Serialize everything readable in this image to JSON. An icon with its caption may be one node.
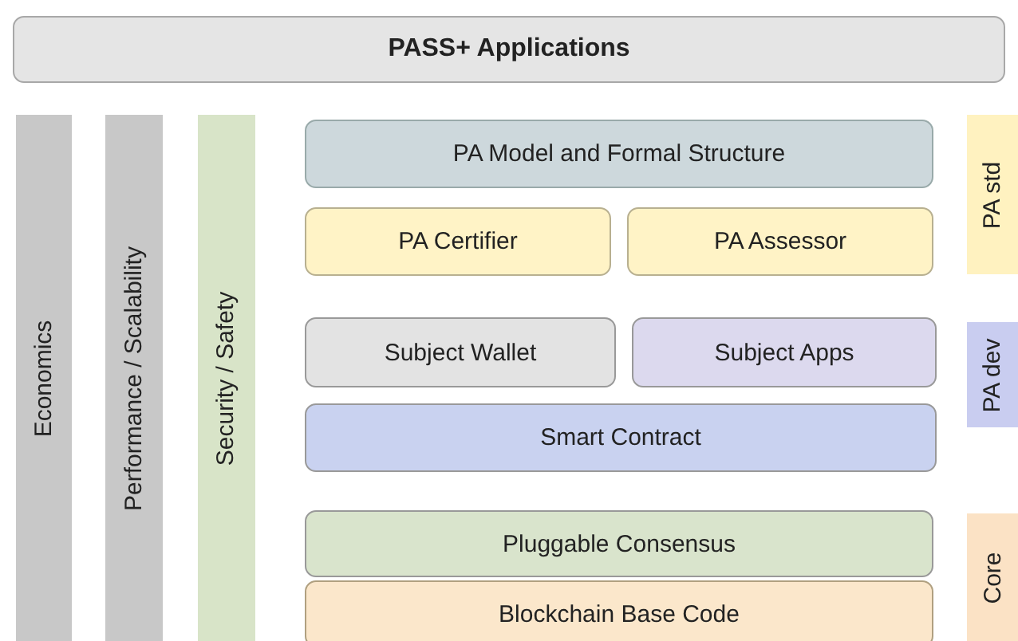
{
  "diagram": {
    "nodes": [
      {
        "text": [
          "PASS+ Applications"
        ]
      },
      {
        "text": [
          "Economics"
        ]
      },
      {
        "text": [
          "Performance / Scalability"
        ]
      },
      {
        "text": [
          "Security / Safety"
        ]
      },
      {
        "text": [
          "PA Model and Formal Structure"
        ]
      },
      {
        "text": [
          "PA Certifier"
        ]
      },
      {
        "text": [
          "PA Assessor"
        ]
      },
      {
        "text": [
          "Subject Wallet"
        ]
      },
      {
        "text": [
          "Subject Apps"
        ]
      },
      {
        "text": [
          "Smart Contract"
        ]
      },
      {
        "text": [
          "Pluggable Consensus"
        ]
      },
      {
        "text": [
          "Blockchain Base Code"
        ]
      },
      {
        "text": [
          "PA std"
        ]
      },
      {
        "text": [
          "PA dev"
        ]
      },
      {
        "text": [
          "Core"
        ]
      }
    ]
  }
}
